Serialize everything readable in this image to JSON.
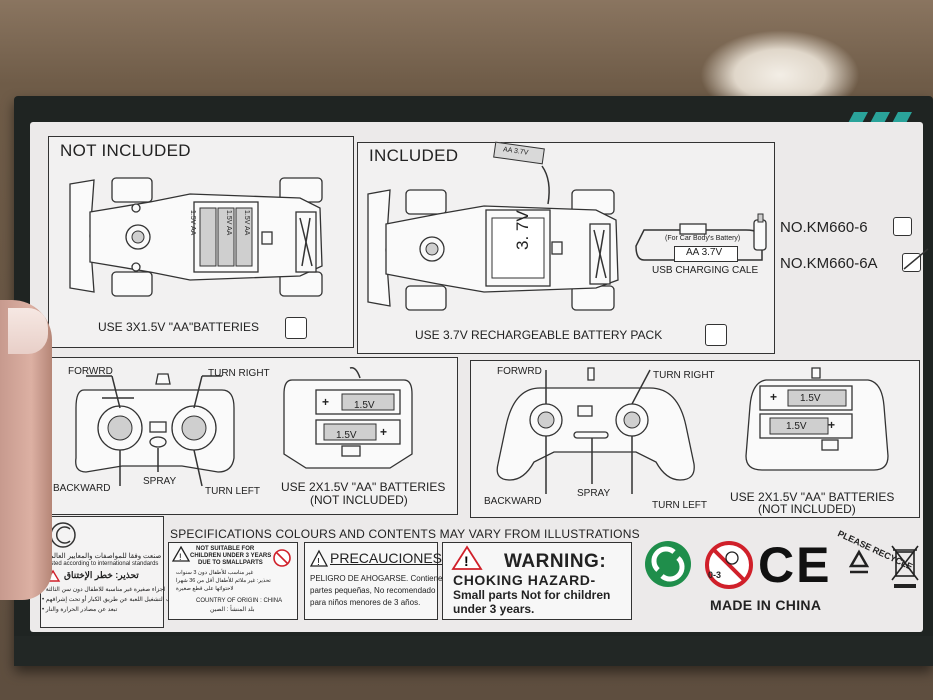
{
  "not_included": {
    "title": "NOT INCLUDED",
    "battery_label_1": "1.5V AA",
    "battery_label_2": "1.5V AA",
    "battery_label_3": "1.5V AA",
    "instruction": "USE 3X1.5V \"AA\"BATTERIES"
  },
  "included": {
    "title": "INCLUDED",
    "pack_label": "AA 3.7V",
    "battery_label": "3. 7V",
    "usb_note": "(For Car Body's Battery)",
    "usb_pack": "AA 3.7V",
    "usb_caption": "USB CHARGING CALE",
    "instruction": "USE 3.7V RECHARGEABLE BATTERY PACK"
  },
  "models": [
    {
      "label": "NO.KM660-6",
      "checked": false
    },
    {
      "label": "NO.KM660-6A",
      "checked": true
    }
  ],
  "remote_left": {
    "forward": "FORWRD",
    "turn_right": "TURN RIGHT",
    "backward": "BACKWARD",
    "spray": "SPRAY",
    "turn_left": "TURN LEFT",
    "cell_1": "1.5V",
    "cell_2": "1.5V",
    "plus": "+",
    "minus": "-",
    "batteries": "USE 2X1.5V \"AA\" BATTERIES",
    "not_included": "(NOT INCLUDED)"
  },
  "remote_right": {
    "forward": "FORWRD",
    "turn_right": "TURN RIGHT",
    "backward": "BACKWARD",
    "spray": "SPRAY",
    "turn_left": "TURN LEFT",
    "cell_1": "1.5V",
    "cell_2": "1.5V",
    "plus": "+",
    "minus": "-",
    "batteries": "USE 2X1.5V \"AA\" BATTERIES",
    "not_included": "(NOT INCLUDED)"
  },
  "specs_note": "SPECIFICATIONS COLOURS AND CONTENTS MAY VARY FROM ILLUSTRATIONS",
  "arabic_block": {
    "logo_text_ar": "صنعت وفقا للمواصفات والمعايير العالمية",
    "logo_text_en": "Tested according to international standards",
    "warning_ar": "تحذير: خطر الإختناق",
    "line_1": "• اجزاء صغيرة غير مناسبة للاطفال دون سن الثالثة",
    "line_2": "• يجب التشغيل اللعبة عن طريق الكبار أو تحت إشرافهم",
    "line_3": "• تبعد عن مصادر الحرارة والنار"
  },
  "age_block": {
    "line_1": "NOT SUITABLE FOR",
    "line_2": "CHILDREN UNDER 3 YEARS",
    "line_3": "DUE TO SMALLPARTS",
    "line_ar_1": "غير مناسب للأطفال دون 3 سنوات",
    "line_ar_2": "تحذير: غير ملائم للأطفال أقل من 36 شهرا",
    "line_ar_3": "لاحتوائها على قطع صغيرة",
    "country_en": "COUNTRY OF ORIGIN : CHINA",
    "country_ar": "بلد المنشأ : الصين"
  },
  "precauciones": {
    "title": "PRECAUCIONES:",
    "line_1": "PELIGRO DE AHOGARSE.",
    "line_1b": "Contiene",
    "line_2": "partes pequeñas, No recomendado",
    "line_3": "para niños menores de 3 años."
  },
  "warning": {
    "title": "WARNING:",
    "hazard": "CHOKING HAZARD-",
    "line_1": "Small parts Not for children",
    "line_2": "under 3 years."
  },
  "symbols": {
    "age_mark": "0-3",
    "ce": "CE",
    "recycle_text": "PLEASE RECYCLE",
    "made_in": "MADE IN CHINA",
    "colors": {
      "green_dot": "#1f8e4b",
      "prohibit_red": "#d0202a",
      "teal_stripe": "#2aa39a"
    }
  }
}
